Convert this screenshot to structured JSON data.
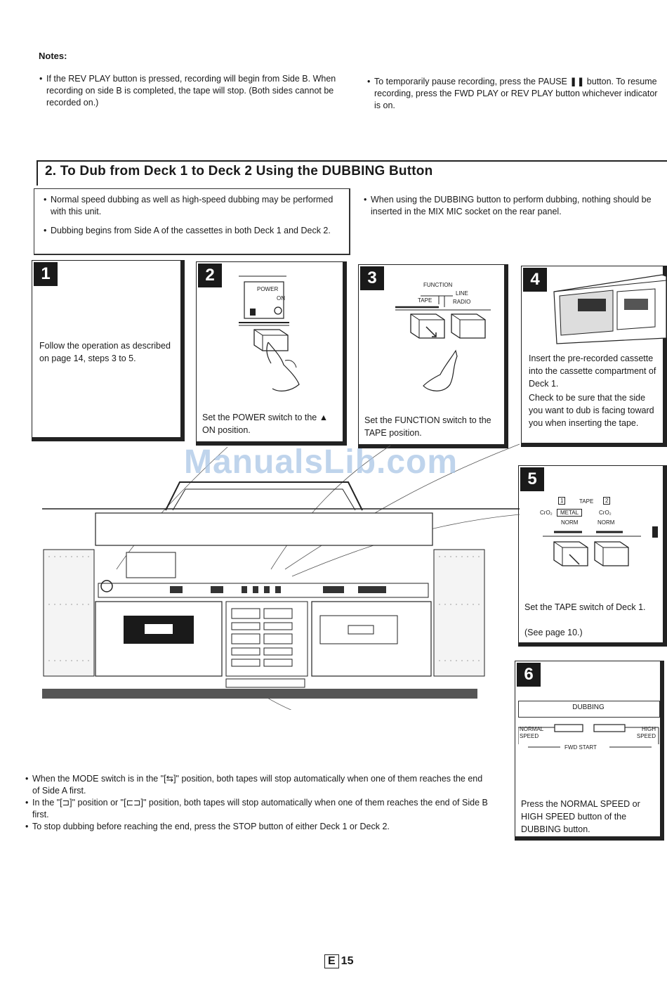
{
  "notes": {
    "title": "Notes:",
    "left": "If the REV PLAY button is pressed, recording will begin from Side B. When recording on side B is completed, the tape will stop. (Both sides cannot be recorded on.)",
    "right": "To temporarily pause recording, press the PAUSE ❚❚ button. To resume recording, press the FWD PLAY or REV PLAY button whichever indicator is on."
  },
  "section": {
    "title": "2. To Dub from Deck 1 to Deck 2 Using the DUBBING Button"
  },
  "intro": {
    "items": [
      "Normal speed dubbing as well as high-speed dubbing may be performed with this unit.",
      "Dubbing begins from Side A of the cassettes in both Deck 1 and Deck 2."
    ],
    "right": "When using the DUBBING button to perform dubbing, nothing should be inserted in the MIX MIC socket on the rear panel."
  },
  "steps": [
    {
      "num": "1",
      "text": "Follow the operation as described on page 14, steps 3 to 5.",
      "to": "to"
    },
    {
      "num": "2",
      "text": "Set the POWER switch to the ▲ ON position.",
      "label_power": "POWER",
      "label_on": "ON"
    },
    {
      "num": "3",
      "text": "Set the FUNCTION switch to the TAPE position.",
      "label_function": "FUNCTION",
      "label_line": "LINE",
      "label_tape": "TAPE",
      "label_radio": "RADIO"
    },
    {
      "num": "4",
      "text": "Insert the pre-recorded cassette into the cassette compartment of Deck 1.",
      "text2": "Check to be sure that the side you want to dub is facing toward you when inserting the tape."
    },
    {
      "num": "5",
      "text": "Set the TAPE switch of Deck 1.",
      "text2": "(See page 10.)",
      "label_tape": "TAPE",
      "label_1": "1",
      "label_2": "2",
      "label_cro2a": "CrO₂",
      "label_metal": "METAL",
      "label_cro2b": "CrO₂",
      "label_norm1": "NORM",
      "label_norm2": "NORM"
    },
    {
      "num": "6",
      "text": "Press the NORMAL SPEED or HIGH SPEED button of the DUBBING button.",
      "label_dubbing": "DUBBING",
      "label_normal": "NORMAL SPEED",
      "label_high": "HIGH SPEED",
      "label_fwd": "FWD START"
    }
  ],
  "watermark": "ManualsLib.com",
  "bottom_notes": [
    "When the MODE switch is in the \"[⇆]\" position, both tapes will stop automatically when one of them reaches the end of Side A first.",
    "In the \"[⊐]\" position or \"[⊏⊐]\" position, both tapes will stop automatically when one of them reaches the end of Side B first.",
    "To stop dubbing before reaching the end, press the STOP button of either Deck 1 or Deck 2."
  ],
  "page": {
    "letter": "E",
    "number": "15"
  }
}
